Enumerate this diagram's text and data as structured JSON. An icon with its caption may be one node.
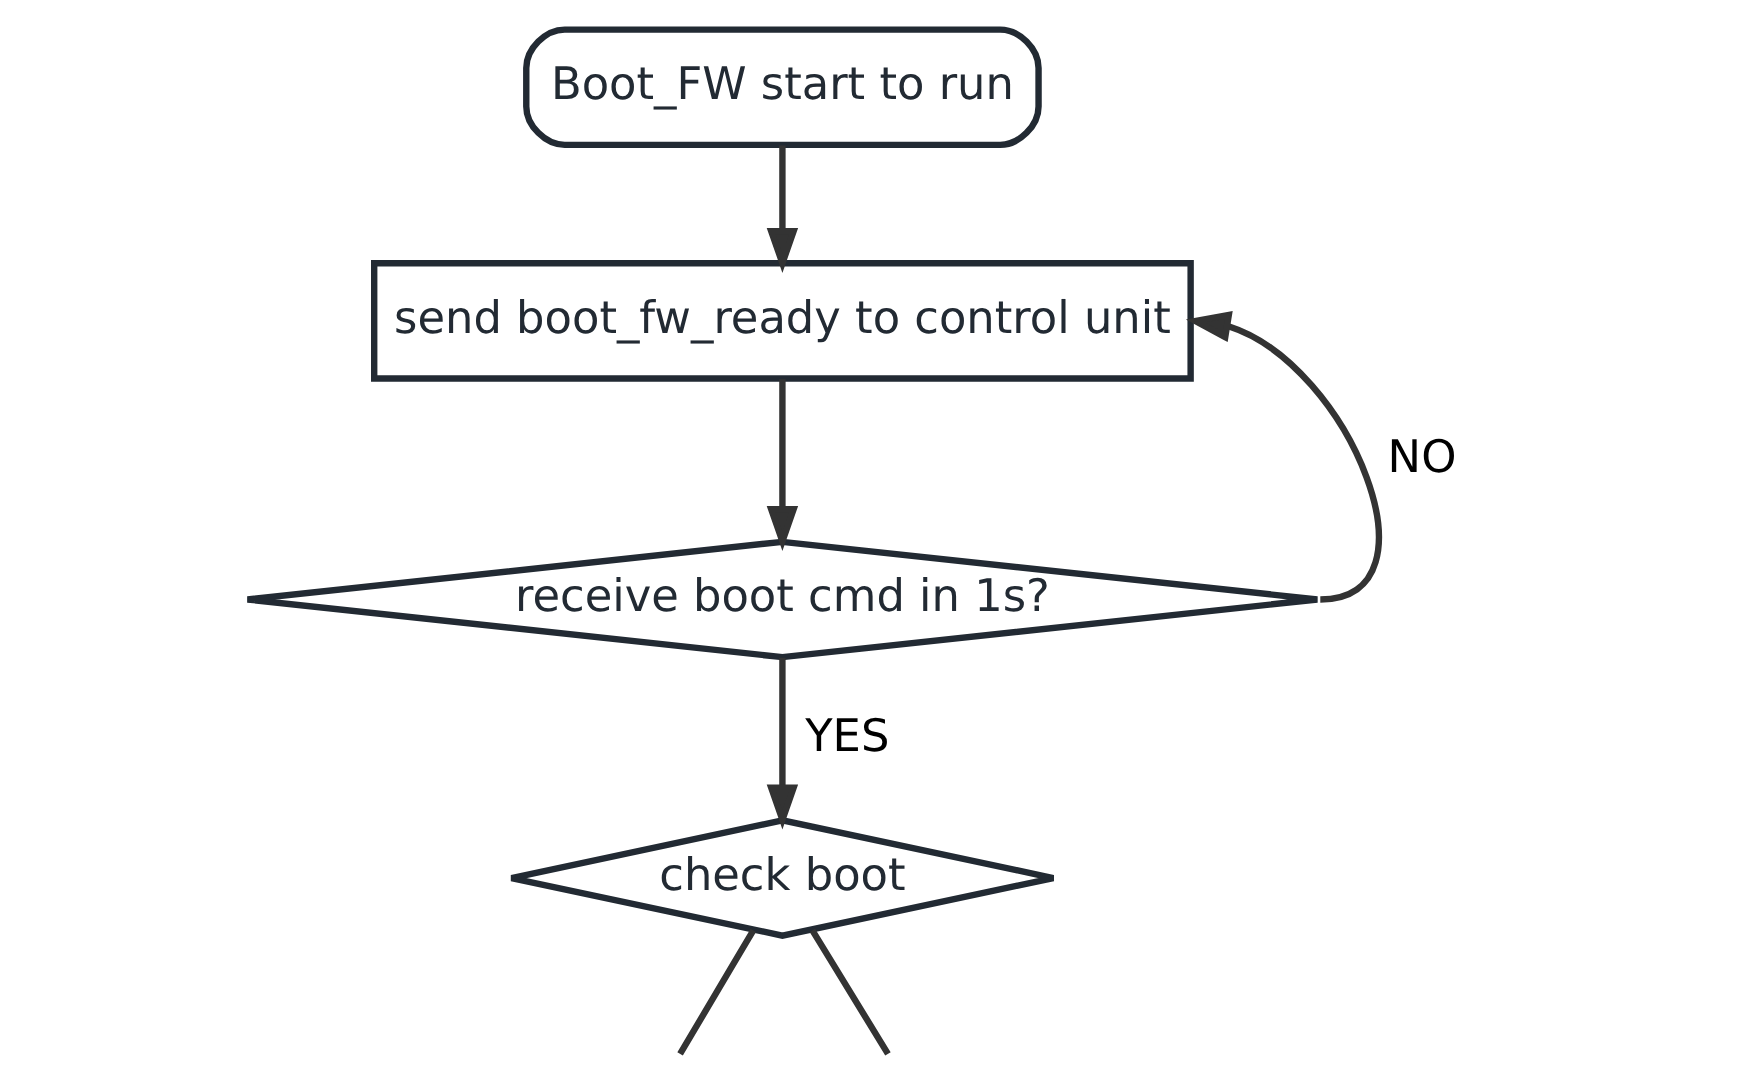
{
  "diagram": {
    "nodes": [
      {
        "text": [
          "Boot_FW start to run"
        ]
      },
      {
        "text": [
          "send boot_fw_ready to control unit"
        ]
      },
      {
        "text": [
          "receive boot cmd in 1s?"
        ]
      },
      {
        "text": [
          "check boot"
        ]
      }
    ],
    "edges": [
      {
        "from": 0,
        "to": 1,
        "arrow": "to"
      },
      {
        "from": 1,
        "to": 2,
        "arrow": "to"
      },
      {
        "from": 2,
        "to": 1,
        "arrow": "to",
        "label": "NO"
      },
      {
        "from": 2,
        "to": 3,
        "arrow": "to",
        "label": "YES"
      },
      {
        "from": 3,
        "to": null,
        "arrow": "none"
      },
      {
        "from": 3,
        "to": null,
        "arrow": "none"
      }
    ]
  }
}
